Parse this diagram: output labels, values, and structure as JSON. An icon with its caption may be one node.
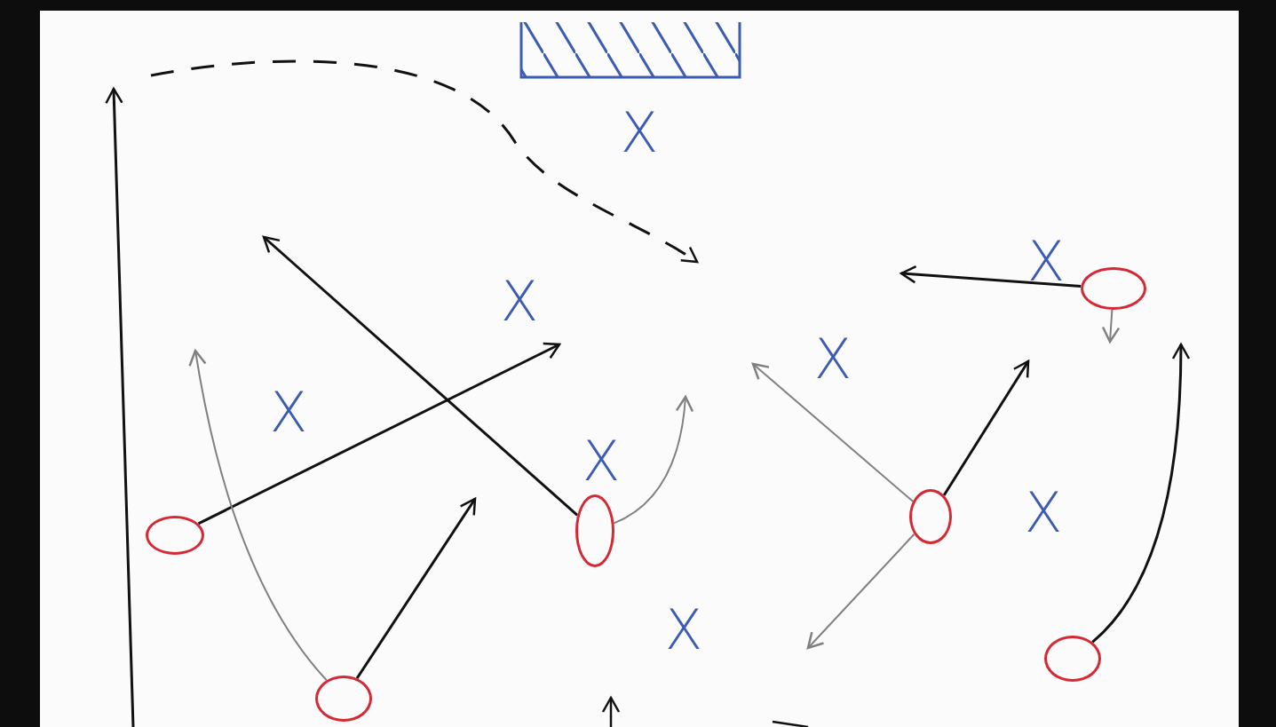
{
  "diagram": {
    "nodes": [
      {
        "text": [],
        "shape": "circle"
      },
      {
        "text": [],
        "shape": "circle"
      },
      {
        "text": [],
        "shape": "circle"
      },
      {
        "text": [],
        "shape": "circle"
      },
      {
        "text": [],
        "shape": "circle"
      },
      {
        "text": [],
        "shape": "circle"
      }
    ],
    "edges": [
      {
        "from": 0,
        "to": null,
        "arrow": "to"
      },
      {
        "from": 1,
        "to": null,
        "arrow": "to",
        "color": "#808080"
      },
      {
        "from": 1,
        "to": null,
        "arrow": "to"
      },
      {
        "from": 2,
        "to": null,
        "arrow": "to"
      },
      {
        "from": 2,
        "to": null,
        "arrow": "to",
        "color": "#808080"
      },
      {
        "from": 3,
        "to": null,
        "arrow": "to",
        "color": "#808080"
      },
      {
        "from": 3,
        "to": null,
        "arrow": "to"
      },
      {
        "from": 3,
        "to": null,
        "arrow": "to",
        "color": "#808080"
      },
      {
        "from": 4,
        "to": null,
        "arrow": "to"
      },
      {
        "from": 4,
        "to": null,
        "arrow": "to",
        "color": "#808080"
      },
      {
        "from": 5,
        "to": null,
        "arrow": "to"
      }
    ],
    "labels": [
      "X",
      "X",
      "X",
      "X",
      "X",
      "X",
      "X",
      "X"
    ]
  }
}
